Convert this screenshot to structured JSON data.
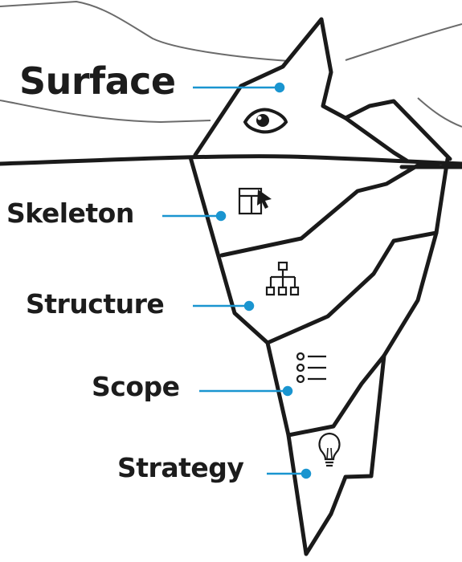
{
  "diagram": {
    "layers": [
      {
        "key": "surface",
        "label": "Surface",
        "icon": "eye-icon"
      },
      {
        "key": "skeleton",
        "label": "Skeleton",
        "icon": "layout-icon"
      },
      {
        "key": "structure",
        "label": "Structure",
        "icon": "sitemap-icon"
      },
      {
        "key": "scope",
        "label": "Scope",
        "icon": "list-icon"
      },
      {
        "key": "strategy",
        "label": "Strategy",
        "icon": "lightbulb-icon"
      }
    ],
    "colors": {
      "outline": "#1a1a1a",
      "connector": "#1a95d0",
      "label": "#1c1c1c",
      "background_lines": "#6b6b6b"
    }
  }
}
